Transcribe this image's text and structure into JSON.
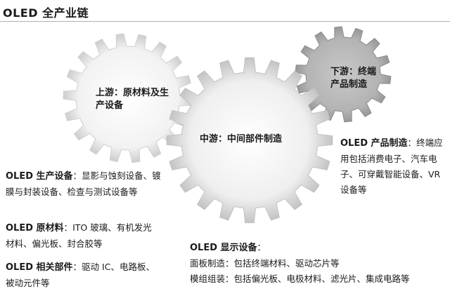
{
  "title": "OLED 全产业链",
  "gears": {
    "upstream": "上游：原材料及生产设备",
    "midstream": "中游：中间部件制造",
    "downstream": "下游：终端产品制造"
  },
  "left_blocks": [
    {
      "heading": "OLED 生产设备",
      "sep": "：",
      "text": "显影与蚀刻设备、镀膜与封装设备、检查与测试设备等"
    },
    {
      "heading": "OLED 原材料",
      "sep": "：",
      "text": "ITO 玻璃、有机发光材料、偏光板、封合胶等"
    },
    {
      "heading": "OLED 相关部件",
      "sep": "：",
      "text": "驱动 IC、电路板、被动元件等"
    }
  ],
  "right_block": {
    "heading": "OLED 产品制造",
    "sep": "：",
    "text": "终端应用包括消费电子、汽车电子、可穿戴智能设备、VR 设备等"
  },
  "bottom_block": {
    "heading": "OLED 显示设备",
    "sep": "：",
    "lines": [
      "面板制造：包括终端材料、驱动芯片等",
      "模组组装：包括偏光板、电极材料、滤光片、集成电路等"
    ]
  }
}
